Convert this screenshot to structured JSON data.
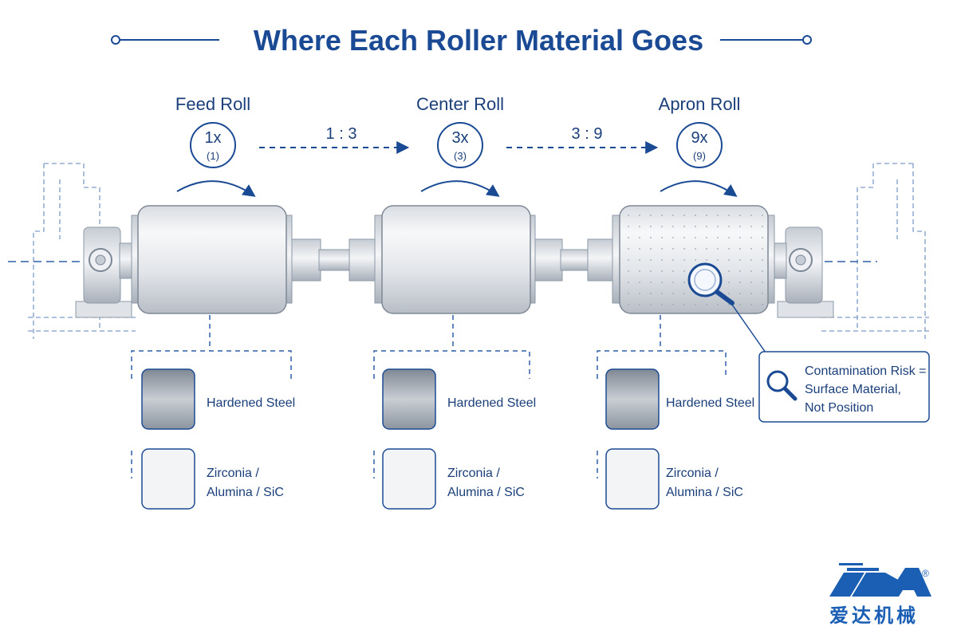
{
  "title": "Where Each Roller Material Goes",
  "rolls": [
    {
      "name": "Feed Roll",
      "speed": "1x",
      "speed_ratio": "(1)",
      "materials": [
        "Hardened Steel",
        "Zirconia / Alumina / SiC"
      ]
    },
    {
      "name": "Center Roll",
      "speed": "3x",
      "speed_ratio": "(3)",
      "materials": [
        "Hardened Steel",
        "Zirconia / Alumina / SiC"
      ]
    },
    {
      "name": "Apron Roll",
      "speed": "9x",
      "speed_ratio": "(9)",
      "materials": [
        "Hardened Steel",
        "Zirconia / Alumina / SiC"
      ]
    }
  ],
  "ratios": [
    "1 : 3",
    "3 : 9"
  ],
  "callout": {
    "line1": "Contamination Risk =",
    "line2": "Surface Material,",
    "line3": "Not Position"
  },
  "logo": {
    "mark": "IDA",
    "chinese": "爱达机械",
    "registered": "®"
  },
  "colors": {
    "accent": "#1b4a94",
    "line": "#2f5ea8",
    "steel": "#9aa3ad",
    "ceramic": "#f3f4f6"
  }
}
